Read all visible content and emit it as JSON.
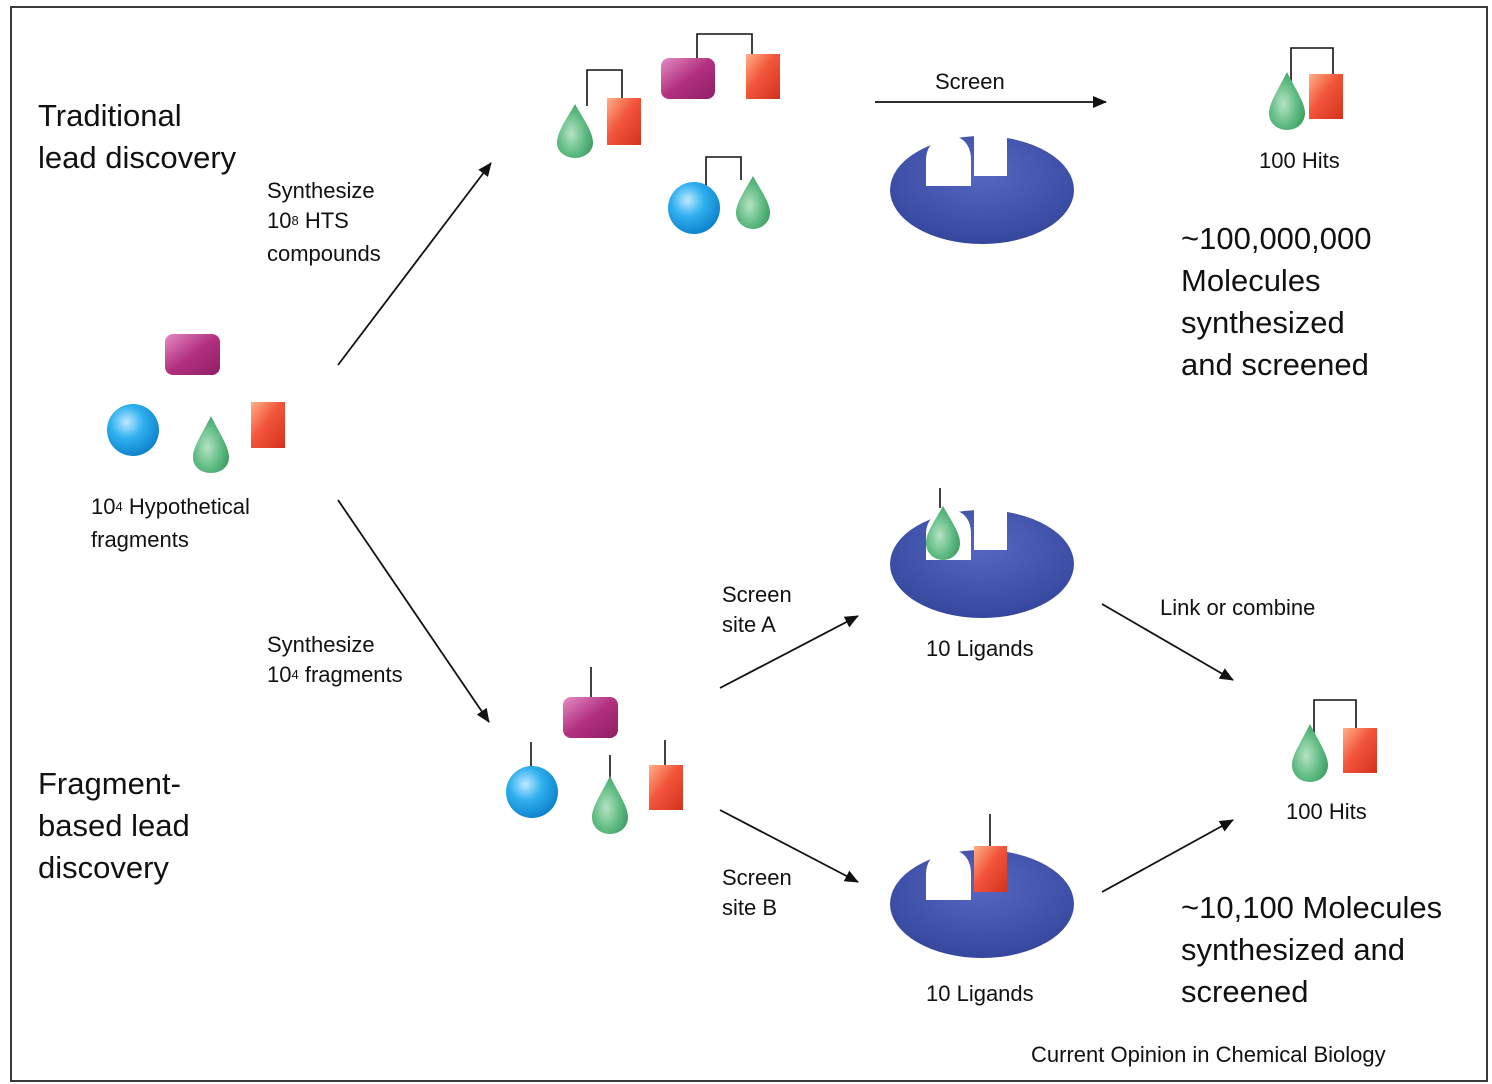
{
  "colors": {
    "receptor": "#3c4ea6",
    "sphere": "#1a9fe6",
    "drop": "#4fae74",
    "rect_fragment": "#ef4a2e",
    "rounded_fragment": "#b2307f",
    "line": "#111111"
  },
  "traditional": {
    "title_line1": "Traditional",
    "title_line2": "lead discovery",
    "step_line1": "Synthesize",
    "step_line2_base": "10",
    "step_line2_sup": "8",
    "step_line2_rest": " HTS",
    "step_line3": "compounds",
    "screen_label": "Screen",
    "hits_label": "100 Hits",
    "summary_line1": "~100,000,000",
    "summary_line2": "Molecules",
    "summary_line3": "synthesized",
    "summary_line4": "and screened"
  },
  "fragments": {
    "label_base": "10",
    "label_sup": "4",
    "label_rest": " Hypothetical",
    "label_line2": "fragments"
  },
  "fragment_based": {
    "title_line1": "Fragment-",
    "title_line2": "based lead",
    "title_line3": "discovery",
    "step_line1": "Synthesize",
    "step_line2_base": "10",
    "step_line2_sup": "4",
    "step_line2_rest": " fragments",
    "screen_a_line1": "Screen",
    "screen_a_line2": "site A",
    "screen_b_line1": "Screen",
    "screen_b_line2": "site B",
    "ligands_a": "10 Ligands",
    "ligands_b": "10 Ligands",
    "link_label": "Link or combine",
    "hits_label": "100 Hits",
    "summary_line1": "~10,100 Molecules",
    "summary_line2": "synthesized and",
    "summary_line3": "screened"
  },
  "credit": "Current Opinion in Chemical Biology"
}
